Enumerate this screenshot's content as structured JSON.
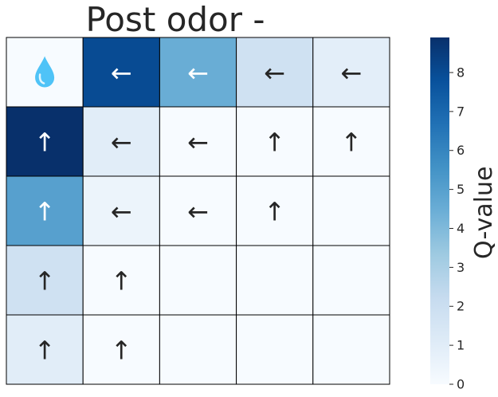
{
  "chart_data": {
    "type": "heatmap",
    "title": "Post odor -",
    "colorbar_label": "Q-value",
    "colorbar_ticks": [
      0,
      1,
      2,
      3,
      4,
      5,
      6,
      7,
      8
    ],
    "colorbar_range": [
      0,
      8.9
    ],
    "colormap": "Blues",
    "rows": 5,
    "cols": 5,
    "goal_cell": [
      0,
      0
    ],
    "goal_icon": "water-drop-icon",
    "goal_color": "#4fc3f7",
    "values": [
      [
        0.0,
        8.0,
        4.5,
        1.8,
        0.9
      ],
      [
        8.9,
        1.0,
        0.0,
        0.0,
        0.0
      ],
      [
        5.0,
        0.5,
        0.0,
        0.0,
        0.0
      ],
      [
        1.8,
        0.0,
        0.0,
        0.0,
        0.0
      ],
      [
        1.0,
        0.0,
        0.0,
        0.0,
        0.0
      ]
    ],
    "arrows": [
      [
        "",
        "←",
        "←",
        "←",
        "←"
      ],
      [
        "↑",
        "←",
        "←",
        "↑",
        "↑"
      ],
      [
        "↑",
        "←",
        "←",
        "↑",
        ""
      ],
      [
        "↑",
        "↑",
        "",
        "",
        ""
      ],
      [
        "↑",
        "↑",
        "",
        "",
        ""
      ]
    ]
  }
}
